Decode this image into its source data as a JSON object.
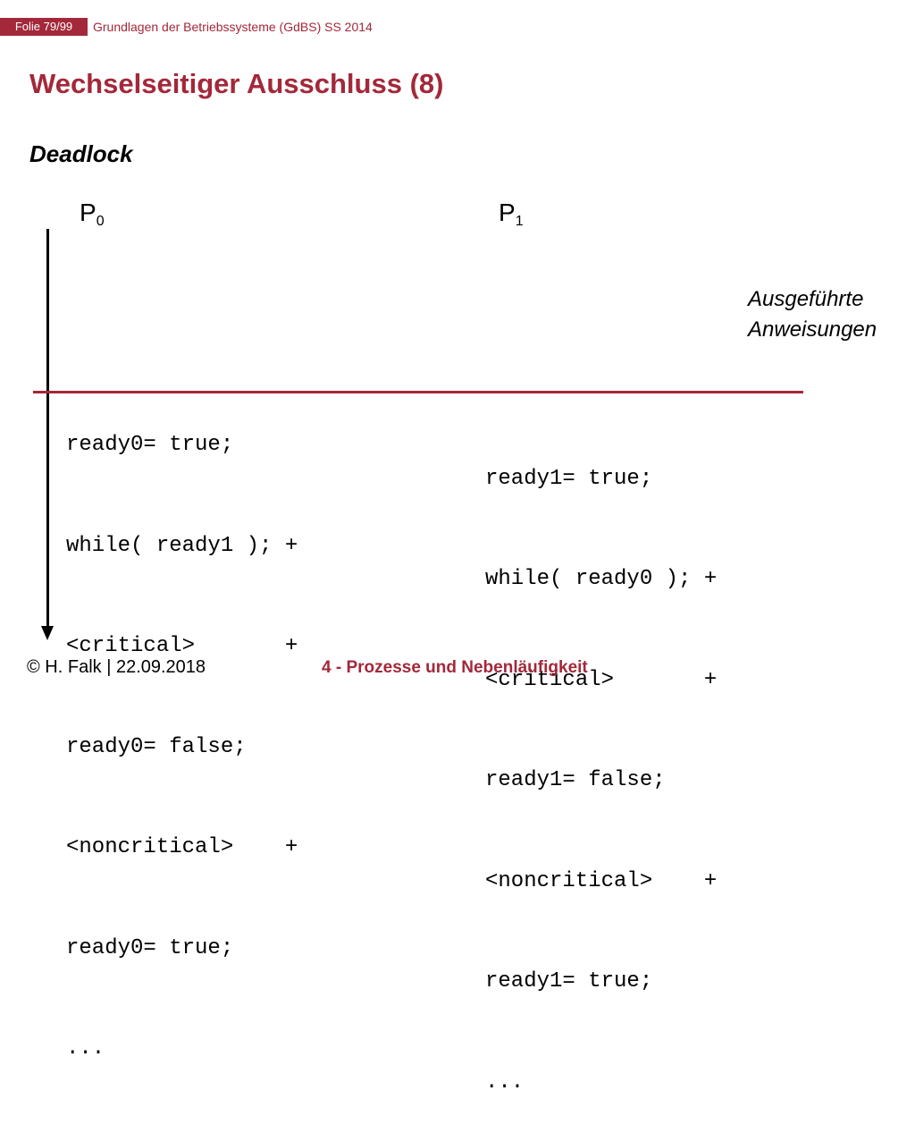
{
  "header": {
    "slide_badge": "Folie 79/99",
    "course": "Grundlagen der Betriebssysteme (GdBS) SS 2014"
  },
  "title": "Wechselseitiger Ausschluss (8)",
  "subtitle": "Deadlock",
  "processes": {
    "p0": {
      "letter": "P",
      "index": "0"
    },
    "p1": {
      "letter": "P",
      "index": "1"
    }
  },
  "annotation": {
    "line1": "Ausgeführte",
    "line2": "Anweisungen"
  },
  "code_p0": [
    "ready0= true;",
    "while( ready1 ); +",
    "<critical>       +",
    "ready0= false;",
    "<noncritical>    +",
    "ready0= true;",
    "..."
  ],
  "code_p1": [
    "ready1= true;",
    "while( ready0 ); +",
    "<critical>       +",
    "ready1= false;",
    "<noncritical>    +",
    "ready1= true;",
    "..."
  ],
  "footer": {
    "author": "© H. Falk | 22.09.2018",
    "chapter": "4 - Prozesse und Nebenläufigkeit"
  },
  "colors": {
    "accent": "#a3283a",
    "text": "#000000",
    "background": "#ffffff"
  }
}
